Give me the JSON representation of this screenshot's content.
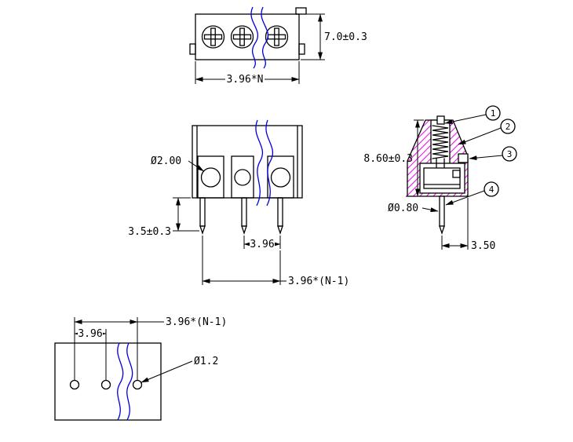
{
  "title": "Terminal block engineering drawing",
  "colors": {
    "line": "#000000",
    "dim": "#000000",
    "text": "#000000",
    "break": "#0000e0",
    "hatch": "#ee00ee",
    "bg": "#ffffff"
  },
  "views": {
    "top": {
      "dims": {
        "body_height": "7.0±0.3",
        "total_pitch": "3.96*N"
      }
    },
    "front": {
      "dims": {
        "wire_hole_dia": "Ø2.00",
        "pin_length": "3.5±0.3",
        "pin_pitch": "3.96",
        "pin_span": "3.96*(N-1)"
      }
    },
    "side": {
      "dims": {
        "body_height": "8.60±0.3",
        "pin_dia": "Ø0.80",
        "pin_setback": "3.50"
      },
      "callouts": [
        "1",
        "2",
        "3",
        "4"
      ]
    },
    "bottom": {
      "dims": {
        "hole_pitch": "3.96",
        "hole_span": "3.96*(N-1)",
        "hole_dia": "Ø1.2"
      }
    }
  }
}
